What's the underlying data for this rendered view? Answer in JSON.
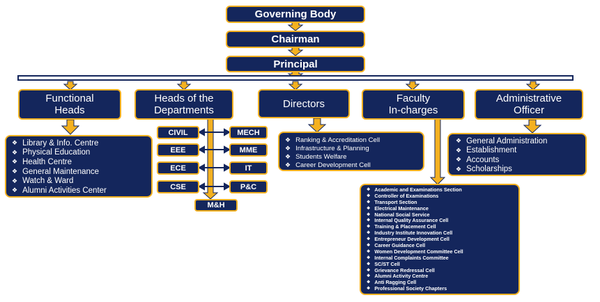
{
  "top": {
    "governing_body": "Governing Body",
    "chairman": "Chairman",
    "principal": "Principal"
  },
  "branches": {
    "functional_heads": "Functional\nHeads",
    "heads_of_departments": "Heads of the\nDepartments",
    "directors": "Directors",
    "faculty_incharges": "Faculty\nIn-charges",
    "administrative_officer": "Administrative\nOfficer"
  },
  "functional_heads_items": [
    "Library  & Info. Centre",
    "Physical Education",
    "Health Centre",
    "General Maintenance",
    "Watch & Ward",
    "Alumni Activities Center"
  ],
  "departments": {
    "civil": "CIVIL",
    "mech": "MECH",
    "eee": "EEE",
    "mme": "MME",
    "ece": "ECE",
    "it": "IT",
    "cse": "CSE",
    "pc": "P&C",
    "mh": "M&H"
  },
  "directors_items": [
    "Ranking & Accreditation Cell",
    "Infrastructure & Planning",
    "Students  Welfare",
    "Career Development Cell"
  ],
  "faculty_incharges_items": [
    "Academic and Examinations Section",
    "Controller of Examinations",
    "Transport  Section",
    "Electrical Maintenance",
    "National Social Service",
    "Internal Quality Assurance Cell",
    "Training & Placement Cell",
    "Industry Institute Innovation  Cell",
    "Entrepreneur  Development Cell",
    "Career Guidance Cell",
    "Women Development Committee Cell",
    "Internal Complaints  Committee",
    "SC/ST Cell",
    "Grievance Redressal Cell",
    "Alumni Activity Centre",
    "Anti Ragging Cell",
    "Professional Society Chapters"
  ],
  "administrative_officer_items": [
    "General Administration",
    "Establishment",
    "Accounts",
    "Scholarships"
  ],
  "colors": {
    "box_fill": "#14265c",
    "border": "#f4b120",
    "text": "#ffffff"
  }
}
